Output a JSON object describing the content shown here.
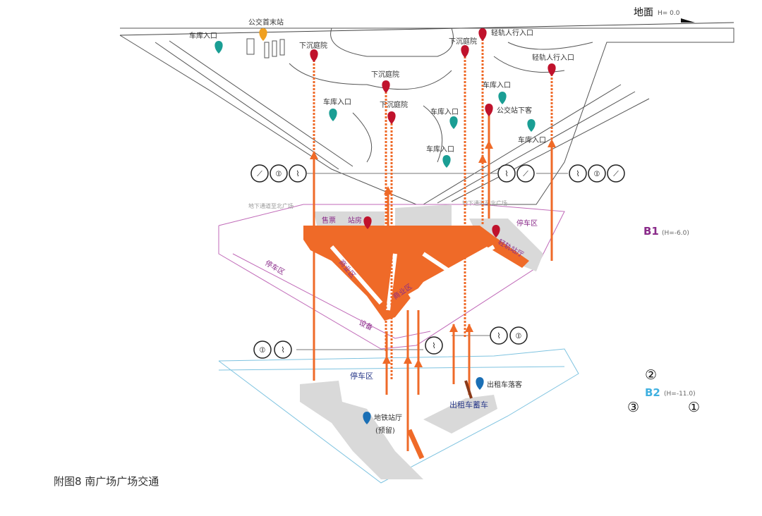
{
  "ground": {
    "title": "地面",
    "height": "H= 0.0"
  },
  "b1": {
    "title": "B1",
    "height": "(H=-6.0)"
  },
  "b2": {
    "title": "B2",
    "height": "(H=-11.0)",
    "markers": [
      "②",
      "③",
      "①"
    ]
  },
  "caption": "附图8 南广场广场交通",
  "ground_labels": {
    "bus_terminal": "公交首末站",
    "garage_1": "车库入口",
    "garage_2": "车库入口",
    "garage_3": "车库入口",
    "garage_4": "车库入口",
    "garage_5": "车库入口",
    "garage_6": "车库入口",
    "sunken_1": "下沉庭院",
    "sunken_2": "下沉庭院",
    "sunken_3": "下沉庭院",
    "sunken_4": "下沉庭院",
    "lrt_entry_1": "轻轨人行入口",
    "lrt_entry_2": "轻轨人行入口",
    "bus_dropoff": "公交站下客"
  },
  "b1_labels": {
    "tunnel_1": "地下通道至北广场",
    "tunnel_2": "地下通道至北广场",
    "ticket": "售票",
    "station": "站房",
    "parking_right": "停车区",
    "lrt_hall": "轻轨站厅",
    "parking_left": "停车区",
    "commercial_1": "商业区",
    "commercial_2": "商业区",
    "equipment": "设备"
  },
  "b2_labels": {
    "parking": "停车区",
    "metro_hall": "地铁站厅",
    "metro_reserved": "(预留)",
    "taxi_dropoff": "出租车落客",
    "taxi_storage": "出租车蓄车"
  },
  "icons": {
    "escalator": "⟋",
    "elevator": "⦶",
    "stairs": "⌇"
  },
  "colors": {
    "orange": "#ef6a28",
    "red_pin": "#c0122c",
    "teal_pin": "#1a9e94",
    "amber_pin": "#f0a020",
    "blue_pin": "#1b6fb5",
    "b1": "#8a2b8a",
    "b2": "#3fb0e0"
  }
}
